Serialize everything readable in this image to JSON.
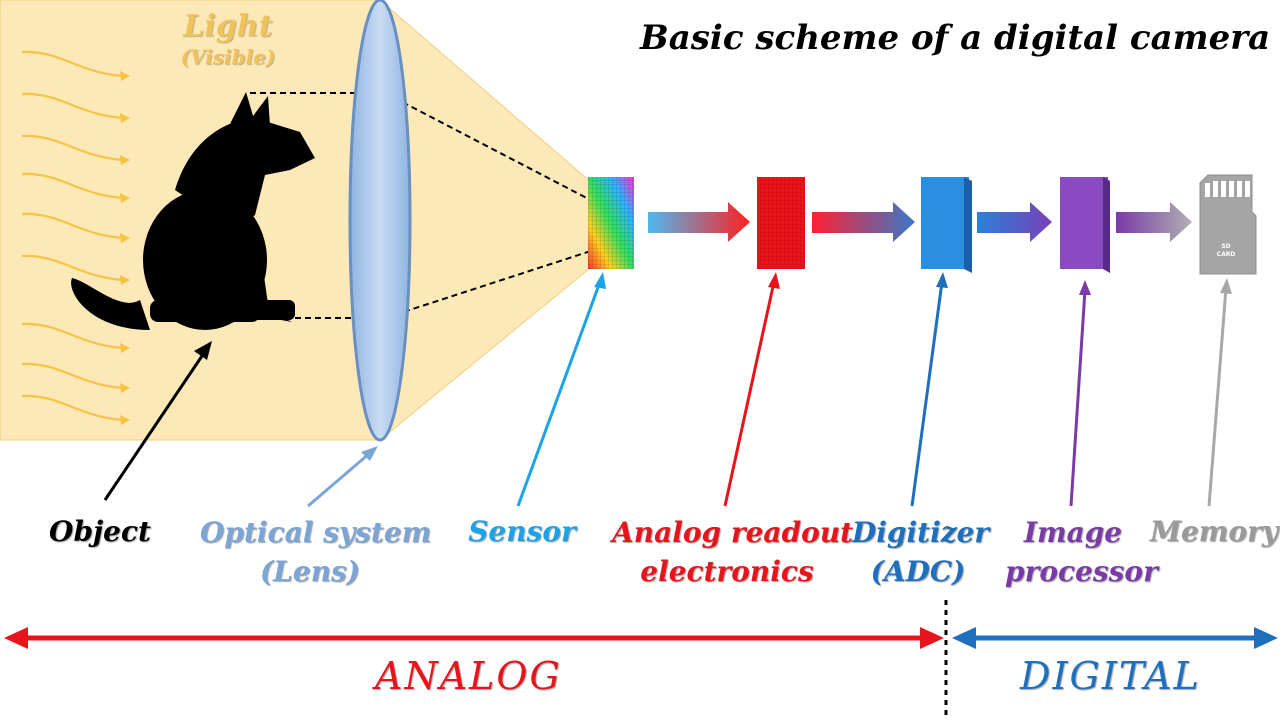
{
  "title": "Basic scheme of a digital camera",
  "light": {
    "line1": "Light",
    "line2": "(Visible)"
  },
  "labels": {
    "object": "Object",
    "optical_line1": "Optical system",
    "optical_line2": "(Lens)",
    "sensor": "Sensor",
    "analog_line1": "Analog readout",
    "analog_line2": "electronics",
    "digitizer_line1": "Digitizer",
    "digitizer_line2": "(ADC)",
    "processor_line1": "Image",
    "processor_line2": "processor",
    "memory": "Memory"
  },
  "sd_card": {
    "line1": "SD",
    "line2": "CARD"
  },
  "domains": {
    "analog": "ANALOG",
    "digital": "DIGITAL"
  },
  "colors": {
    "object": "#000000",
    "optical": "#7aa5d6",
    "sensor": "#1aa3e8",
    "analog_readout": "#e8141c",
    "digitizer": "#1f6fbf",
    "processor": "#7a3aa8",
    "memory": "#9a9a9a",
    "light": "#f6c344",
    "analog_arrow": "#e8141c",
    "digital_arrow": "#1f6fbf"
  }
}
